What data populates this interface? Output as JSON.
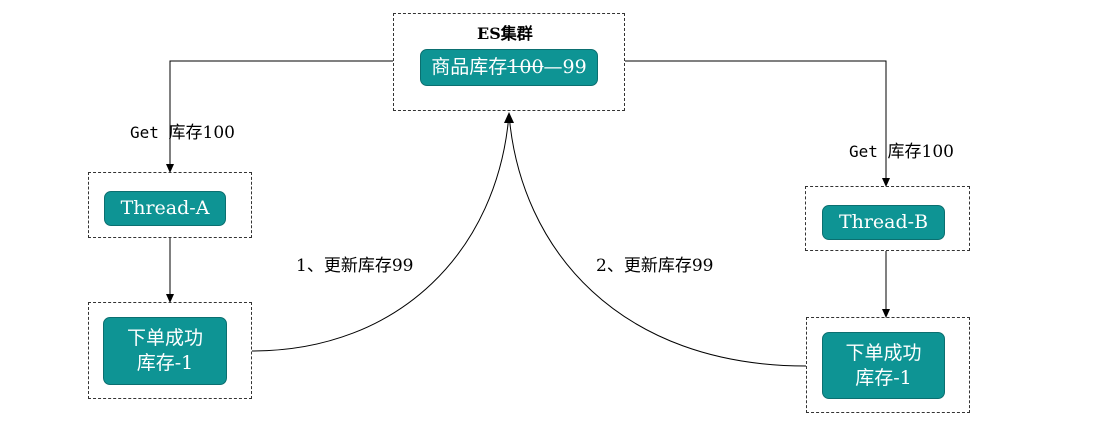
{
  "cluster": {
    "title": "ES集群",
    "product_label": "商品库存",
    "old_value": "100",
    "new_value": "99"
  },
  "thread_a": {
    "name": "Thread-A",
    "get_prefix": "Get ",
    "get_value": "库存100",
    "order_line1": "下单成功",
    "order_line2": "库存-1",
    "update_label": "1、更新库存99"
  },
  "thread_b": {
    "name": "Thread-B",
    "get_prefix": "Get ",
    "get_value": "库存100",
    "order_line1": "下单成功",
    "order_line2": "库存-1",
    "update_label": "2、更新库存99"
  },
  "colors": {
    "node_fill": "#0e9494",
    "node_border": "#0b6f70",
    "line": "#000000"
  }
}
